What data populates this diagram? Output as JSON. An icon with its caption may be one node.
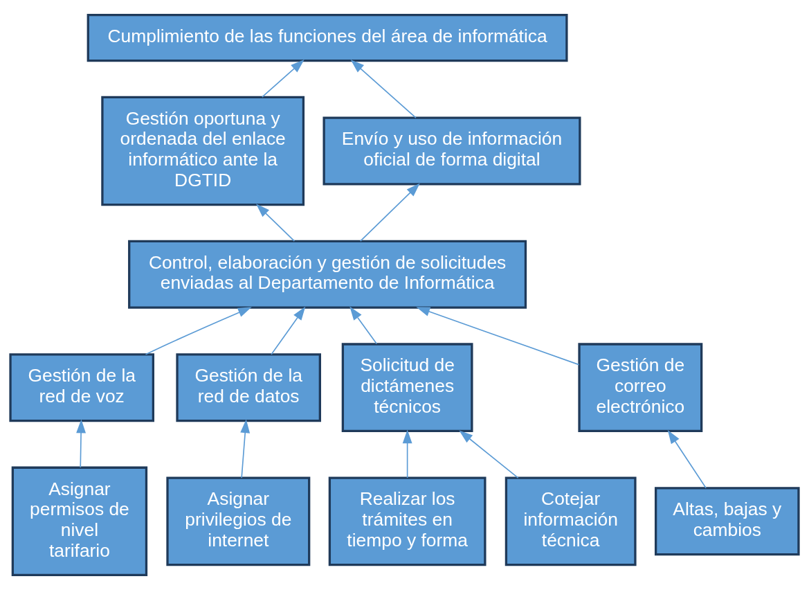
{
  "diagram": {
    "nodes": [
      {
        "text": [
          "Cumplimiento de las funciones del área de informática"
        ]
      },
      {
        "text": [
          "Gestión oportuna y ordenada del enlace informático ante la DGTID"
        ]
      },
      {
        "text": [
          "Envío y uso de información oficial de forma digital"
        ]
      },
      {
        "text": [
          "Control, elaboración y gestión de solicitudes enviadas al Departamento de Informática"
        ]
      },
      {
        "text": [
          "Gestión de la red de voz"
        ]
      },
      {
        "text": [
          "Gestión de la red de datos"
        ]
      },
      {
        "text": [
          "Solicitud de dictámenes técnicos"
        ]
      },
      {
        "text": [
          "Gestión de correo electrónico"
        ]
      },
      {
        "text": [
          "Asignar permisos de nivel tarifario"
        ]
      },
      {
        "text": [
          "Asignar privilegios de internet"
        ]
      },
      {
        "text": [
          "Realizar los trámites en tiempo y forma"
        ]
      },
      {
        "text": [
          "Cotejar información técnica"
        ]
      },
      {
        "text": [
          "Altas, bajas y cambios"
        ]
      }
    ],
    "edges": [
      {
        "from": 1,
        "to": 0,
        "arrow": "to"
      },
      {
        "from": 2,
        "to": 0,
        "arrow": "to"
      },
      {
        "from": 3,
        "to": 1,
        "arrow": "to"
      },
      {
        "from": 3,
        "to": 2,
        "arrow": "to"
      },
      {
        "from": 4,
        "to": 3,
        "arrow": "to"
      },
      {
        "from": 5,
        "to": 3,
        "arrow": "to"
      },
      {
        "from": 6,
        "to": 3,
        "arrow": "to"
      },
      {
        "from": 7,
        "to": 3,
        "arrow": "to"
      },
      {
        "from": 8,
        "to": 4,
        "arrow": "to"
      },
      {
        "from": 9,
        "to": 5,
        "arrow": "to"
      },
      {
        "from": 10,
        "to": 6,
        "arrow": "to"
      },
      {
        "from": 11,
        "to": 6,
        "arrow": "to"
      },
      {
        "from": 12,
        "to": 7,
        "arrow": "to"
      }
    ]
  }
}
